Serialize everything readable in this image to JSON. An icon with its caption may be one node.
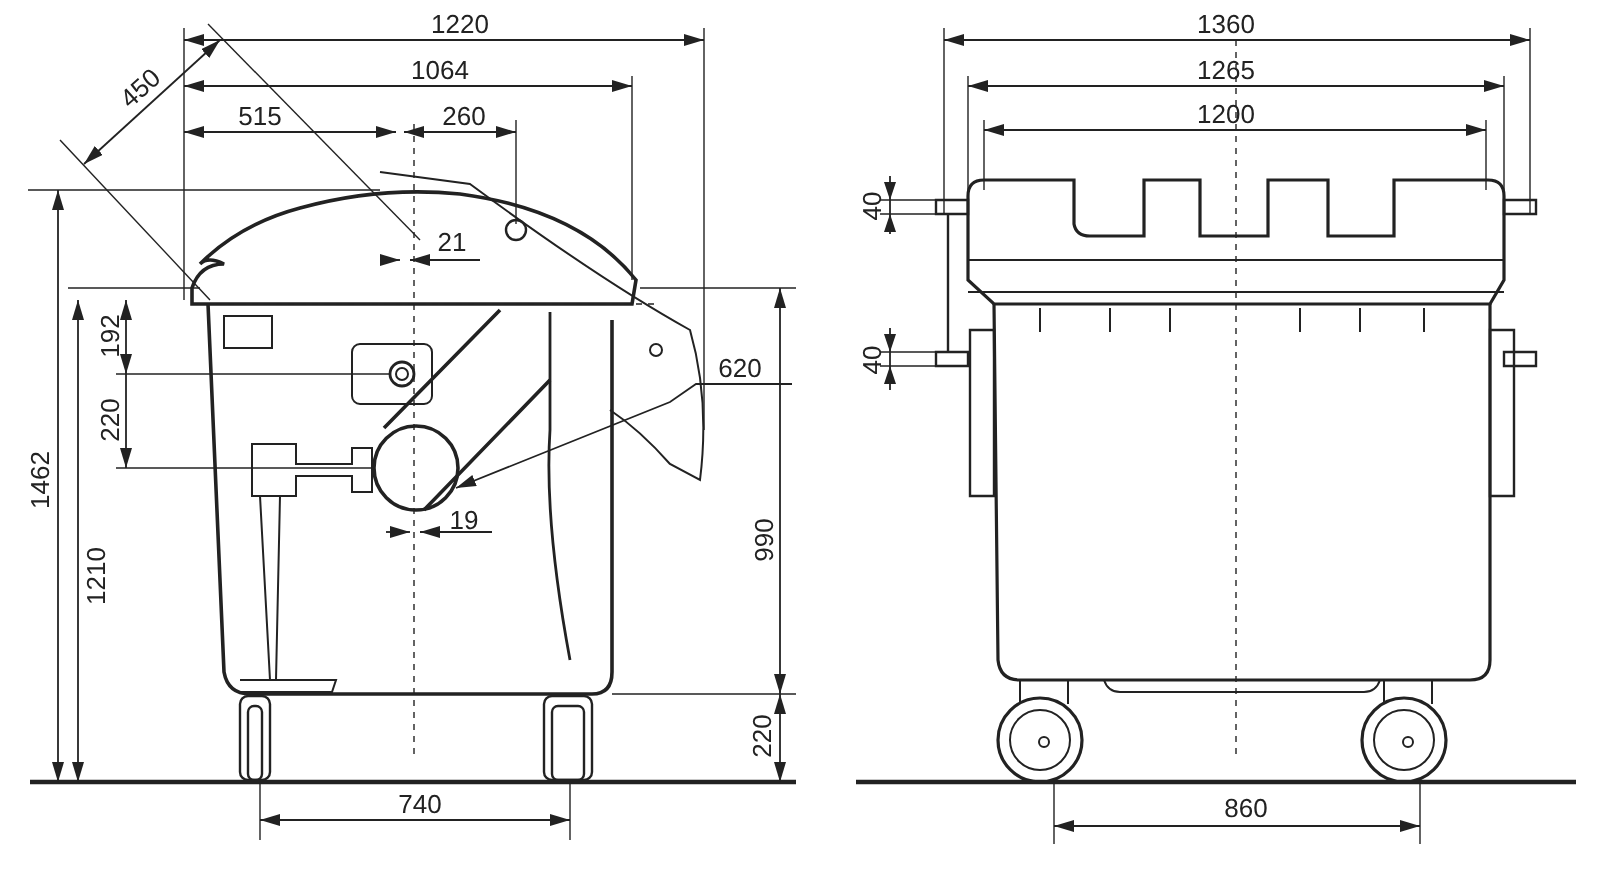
{
  "diagram": {
    "labels": [
      "1220",
      "450",
      "1064",
      "515",
      "260",
      "21",
      "192",
      "620",
      "220",
      "1462",
      "1210",
      "990",
      "19",
      "220",
      "740",
      "1360",
      "1265",
      "1200",
      "40",
      "40",
      "860"
    ]
  }
}
